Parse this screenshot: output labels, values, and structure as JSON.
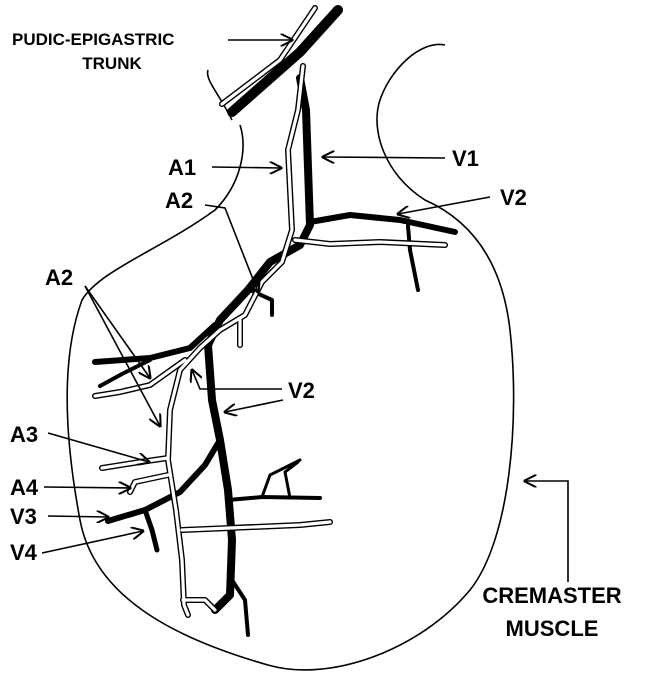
{
  "labels": {
    "trunk_line1": "PUDIC-EPIGASTRIC",
    "trunk_line2": "TRUNK",
    "muscle_line1": "CREMASTER",
    "muscle_line2": "MUSCLE",
    "a1": "A1",
    "a2_upper": "A2",
    "a2_left": "A2",
    "a3": "A3",
    "a4": "A4",
    "v1": "V1",
    "v2_right": "V2",
    "v2_middle": "V2",
    "v3": "V3",
    "v4": "V4"
  },
  "colors": {
    "vein": "#000000",
    "artery_outline": "#000000",
    "artery_fill": "#ffffff",
    "muscle_outline": "#000000"
  }
}
